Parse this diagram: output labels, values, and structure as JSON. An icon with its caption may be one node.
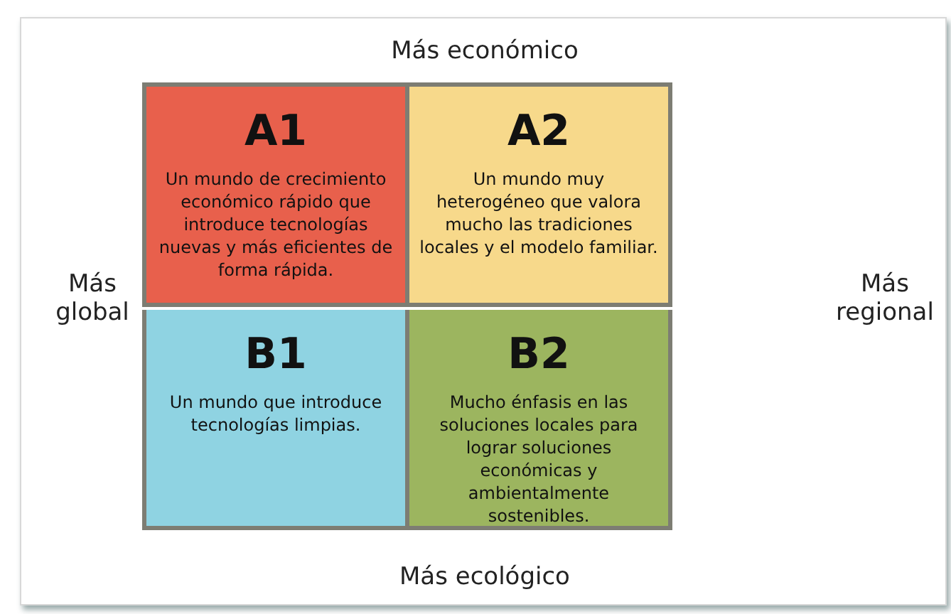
{
  "diagram": {
    "nodes": [
      {
        "text": [
          "A1",
          "Un mundo de crecimiento económico rápido que introduce tecnologías nuevas y más eficientes de forma rápida."
        ]
      },
      {
        "text": [
          "A2",
          "Un mundo muy heterogéneo que valora mucho las tradiciones locales y el modelo familiar."
        ]
      },
      {
        "text": [
          "B1",
          "Un mundo que introduce tecnologías limpias."
        ]
      },
      {
        "text": [
          "B2",
          "Mucho énfasis en las soluciones locales para lograr soluciones económicas y ambientalmente sostenibles."
        ]
      }
    ],
    "labels": [
      "Más económico",
      "Más global",
      "Más regional",
      "Más ecológico"
    ]
  }
}
